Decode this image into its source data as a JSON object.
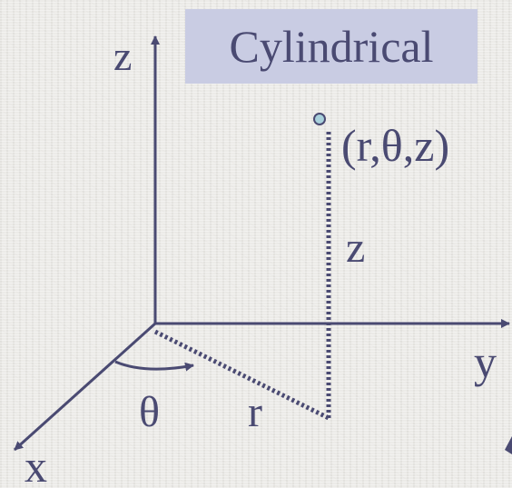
{
  "title": "Cylindrical",
  "labels": {
    "z_axis": "z",
    "y_axis": "y",
    "x_axis": "x",
    "theta": "θ",
    "r": "r",
    "z_height": "z",
    "point": "(r,θ,z)"
  },
  "colors": {
    "axis": "#4a4a72",
    "text": "#4a4a72",
    "title_bg": "#c9cce3",
    "point_fill": "#a9d1dc"
  }
}
